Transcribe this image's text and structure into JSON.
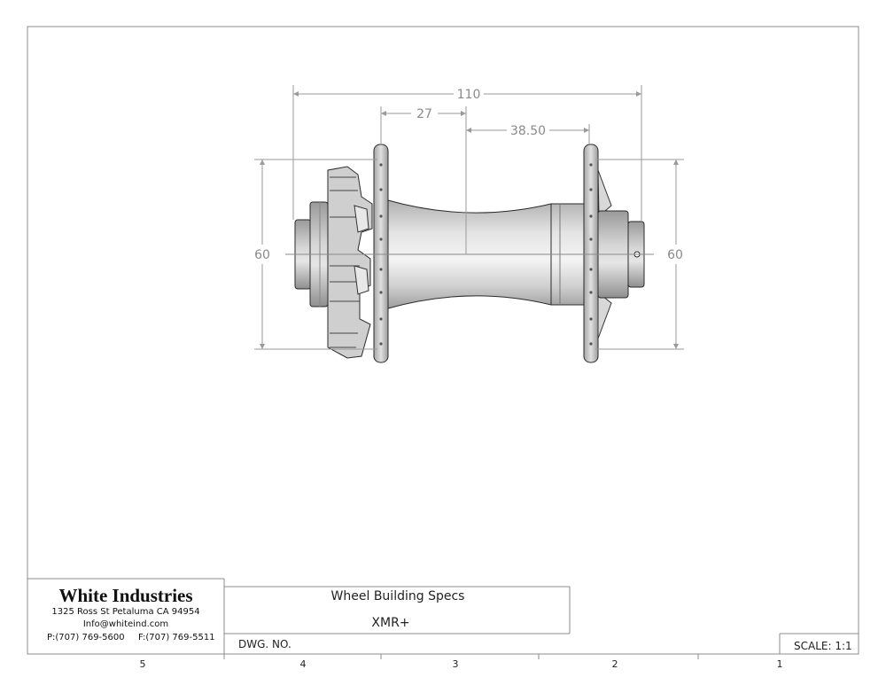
{
  "dimensions": {
    "overall_width": "110",
    "left_flange_offset": "27",
    "right_flange_offset": "38.50",
    "left_flange_diameter": "60",
    "right_flange_diameter": "60"
  },
  "title_block": {
    "company_name": "White Industries",
    "address": "1325 Ross St Petaluma CA 94954",
    "email": "Info@whiteind.com",
    "phone": "P:(707) 769-5600",
    "fax": "F:(707) 769-5511",
    "drawing_title": "Wheel Building Specs",
    "part_name": "XMR+",
    "dwg_no_label": "DWG.  NO.",
    "scale": "SCALE: 1:1"
  },
  "zones": [
    "5",
    "4",
    "3",
    "2",
    "1"
  ],
  "colors": {
    "border": "#8c8c8c",
    "dimension": "#9a9a9a",
    "part_outline": "#2a2a2a",
    "part_shading": "#c9c9c9"
  }
}
